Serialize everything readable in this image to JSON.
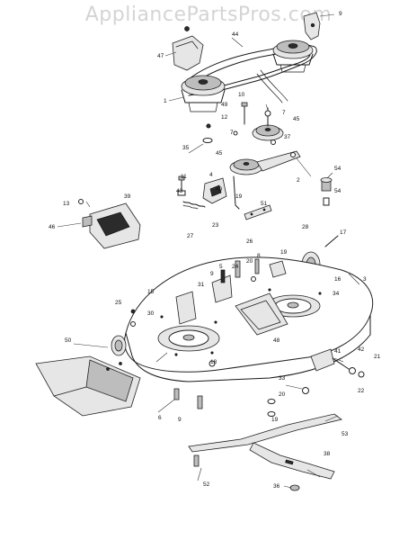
{
  "watermark": "AppliancePartsPros.com",
  "callouts": [
    {
      "id": "c9",
      "text": "9"
    },
    {
      "id": "c47",
      "text": "47"
    },
    {
      "id": "c44",
      "text": "44"
    },
    {
      "id": "c1",
      "text": "1"
    },
    {
      "id": "c10",
      "text": "10"
    },
    {
      "id": "c49",
      "text": "49"
    },
    {
      "id": "c7a",
      "text": "7"
    },
    {
      "id": "c12",
      "text": "12"
    },
    {
      "id": "c45a",
      "text": "45"
    },
    {
      "id": "c7b",
      "text": "7"
    },
    {
      "id": "c37",
      "text": "37"
    },
    {
      "id": "c35",
      "text": "35"
    },
    {
      "id": "c45b",
      "text": "45"
    },
    {
      "id": "c11",
      "text": "11"
    },
    {
      "id": "c4",
      "text": "4"
    },
    {
      "id": "c2",
      "text": "2"
    },
    {
      "id": "c54a",
      "text": "54"
    },
    {
      "id": "c43",
      "text": "43"
    },
    {
      "id": "c40",
      "text": "40"
    },
    {
      "id": "c19a",
      "text": "19"
    },
    {
      "id": "c51",
      "text": "51"
    },
    {
      "id": "c54b",
      "text": "54"
    },
    {
      "id": "c13",
      "text": "13"
    },
    {
      "id": "c39",
      "text": "39"
    },
    {
      "id": "c46",
      "text": "46"
    },
    {
      "id": "c23",
      "text": "23"
    },
    {
      "id": "c27",
      "text": "27"
    },
    {
      "id": "c26",
      "text": "26"
    },
    {
      "id": "c28",
      "text": "28"
    },
    {
      "id": "c17",
      "text": "17"
    },
    {
      "id": "c19b",
      "text": "19"
    },
    {
      "id": "c8",
      "text": "8"
    },
    {
      "id": "c20a",
      "text": "20"
    },
    {
      "id": "c5",
      "text": "5"
    },
    {
      "id": "c24",
      "text": "24"
    },
    {
      "id": "c9b",
      "text": "9"
    },
    {
      "id": "c16",
      "text": "16"
    },
    {
      "id": "c3",
      "text": "3"
    },
    {
      "id": "c15",
      "text": "15"
    },
    {
      "id": "c31",
      "text": "31"
    },
    {
      "id": "c34",
      "text": "34"
    },
    {
      "id": "c25",
      "text": "25"
    },
    {
      "id": "c30",
      "text": "30"
    },
    {
      "id": "c50",
      "text": "50"
    },
    {
      "id": "c48",
      "text": "48"
    },
    {
      "id": "c41",
      "text": "41"
    },
    {
      "id": "c42",
      "text": "42"
    },
    {
      "id": "c21",
      "text": "21"
    },
    {
      "id": "c18",
      "text": "18"
    },
    {
      "id": "c33",
      "text": "33"
    },
    {
      "id": "c20b",
      "text": "20"
    },
    {
      "id": "c22",
      "text": "22"
    },
    {
      "id": "c6",
      "text": "6"
    },
    {
      "id": "c9c",
      "text": "9"
    },
    {
      "id": "c19c",
      "text": "19"
    },
    {
      "id": "c53",
      "text": "53"
    },
    {
      "id": "c38",
      "text": "38"
    },
    {
      "id": "c52",
      "text": "52"
    },
    {
      "id": "c36",
      "text": "36"
    }
  ]
}
